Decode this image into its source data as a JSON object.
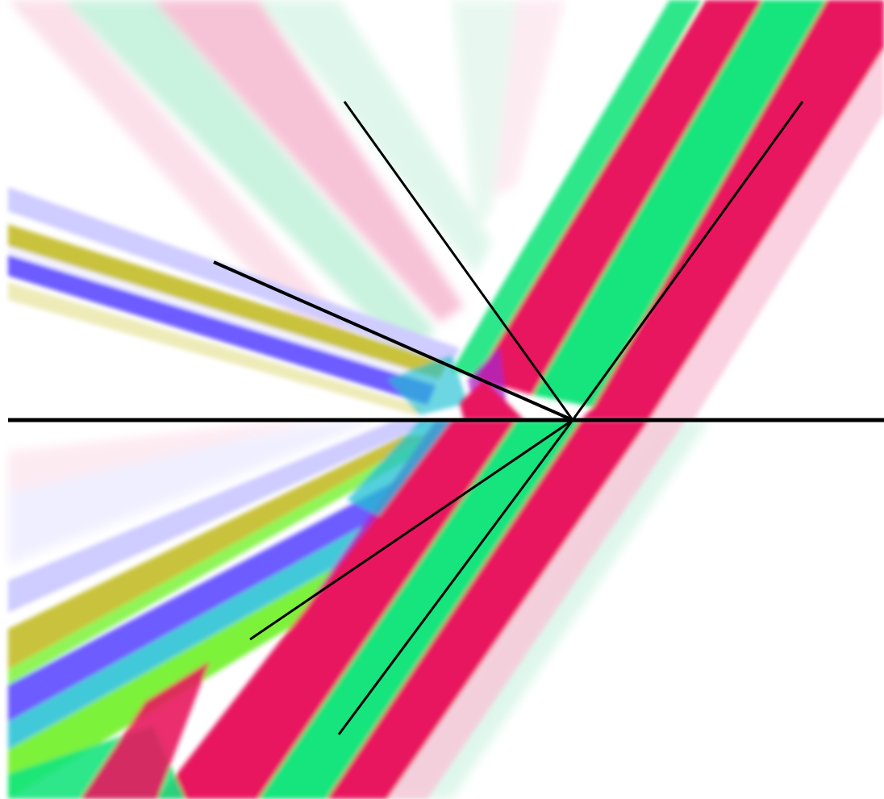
{
  "figure": {
    "background_color": "#ffffff",
    "interface_line_color": "#000000",
    "ray_color": "#000000",
    "palette": {
      "magenta": "#e8195e",
      "green": "#14e47d",
      "light_pink": "#f6bcd2",
      "light_green": "#c4f1dc",
      "blue_violet": "#6d5cff",
      "olive": "#c9c23e",
      "lavender": "#cfccff",
      "lime": "#7df23a",
      "cyan": "#1ec0d2",
      "purple": "#a823c8"
    },
    "content_marks": [
      "interface-line",
      "incident-ray",
      "reflected-ray",
      "converted-ray",
      "transmitted-ray",
      "converted-transmitted-ray"
    ]
  }
}
